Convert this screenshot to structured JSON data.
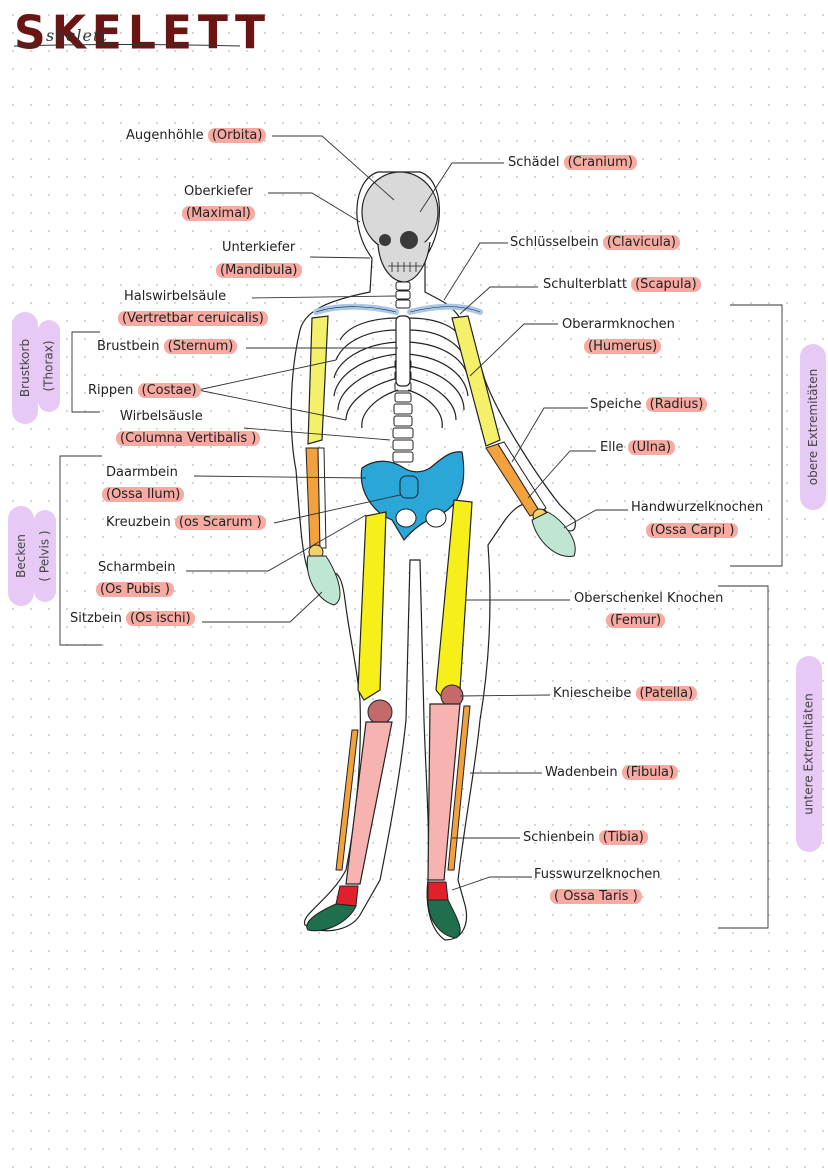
{
  "title": "SKELETT",
  "title_script": "skelett",
  "labels": {
    "orbita": {
      "name": "Augenhöhle",
      "latin": "(Orbita)"
    },
    "cranium": {
      "name": "Schädel",
      "latin": "(Cranium)"
    },
    "maxilla": {
      "name": "Oberkiefer",
      "latin": "(Maximal)"
    },
    "clavicula": {
      "name": "Schlüsselbein",
      "latin": "(Clavicula)"
    },
    "mandibula": {
      "name": "Unterkiefer",
      "latin": "(Mandibula)"
    },
    "scapula": {
      "name": "Schulterblatt",
      "latin": "(Scapula)"
    },
    "hws": {
      "name": "Halswirbelsäule",
      "latin": "(Vertretbar ceruicalis)"
    },
    "humerus": {
      "name": "Oberarmknochen",
      "latin": "(Humerus)"
    },
    "sternum": {
      "name": "Brustbein",
      "latin": "(Sternum)"
    },
    "costae": {
      "name": "Rippen",
      "latin": "(Costae)"
    },
    "radius": {
      "name": "Speiche",
      "latin": "(Radius)"
    },
    "ws": {
      "name": "Wirbelsäusle",
      "latin": "(Columna Vertibalis )"
    },
    "ulna": {
      "name": "Elle",
      "latin": "(Ulna)"
    },
    "ilium": {
      "name": "Daarmbein",
      "latin": "(Ossa Ilum)"
    },
    "carpi": {
      "name": "Handwurzelknochen",
      "latin": "(Ossa Carpi )"
    },
    "sacrum": {
      "name": "Kreuzbein",
      "latin": "(os Scarum )"
    },
    "pubis": {
      "name": "Scharmbein",
      "latin": "(Os Pubis )"
    },
    "femur": {
      "name": "Oberschenkel Knochen",
      "latin": "(Femur)"
    },
    "ischii": {
      "name": "Sitzbein",
      "latin": "(Os ischi)"
    },
    "patella": {
      "name": "Kniescheibe",
      "latin": "(Patella)"
    },
    "fibula": {
      "name": "Wadenbein",
      "latin": "(Fibula)"
    },
    "tibia": {
      "name": "Schienbein",
      "latin": "(Tibia)"
    },
    "tarsi": {
      "name": "Fusswurzelknochen",
      "latin": "( Ossa Taris )"
    }
  },
  "groups": {
    "thorax_a": "Brustkorb",
    "thorax_b": "(Thorax)",
    "pelvis_a": "Becken",
    "pelvis_b": "( Pelvis )",
    "upper": "obere Extremitäten",
    "lower": "untere Extremitäten"
  },
  "colors": {
    "title": "#6b1414",
    "highlight": "#f6aaa2",
    "group_bubble": "#e7c9f5",
    "skull": "#d9d9d9",
    "humerus": "#f5f06a",
    "femur": "#f7ef1a",
    "radius": "#f2a13c",
    "pelvis": "#2aa6d8",
    "tibia": "#f7b3b0",
    "patella": "#c46a6a",
    "tarsus": "#e0202a",
    "foot": "#1f6e4e",
    "carpus": "#f2d26a",
    "hand": "#bfe6d2"
  }
}
